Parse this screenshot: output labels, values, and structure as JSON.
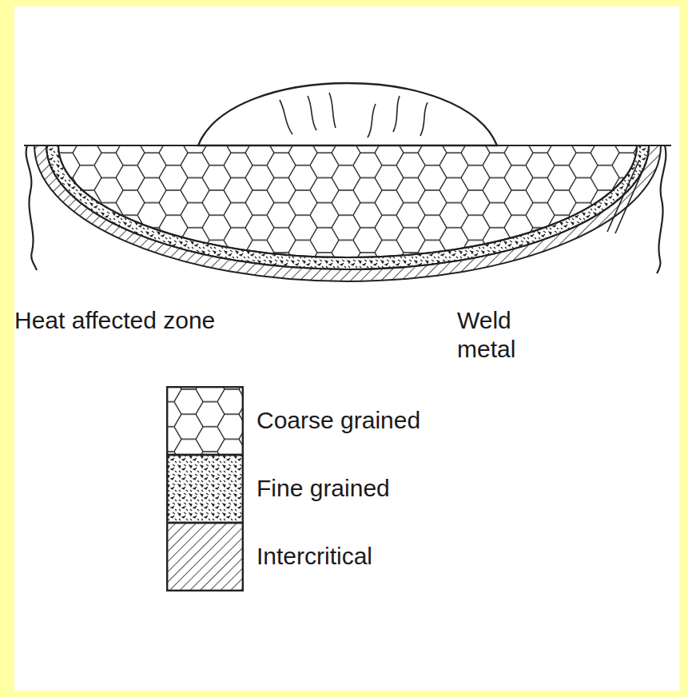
{
  "diagram": {
    "labels": [
      "Heat affected zone",
      "Weld metal"
    ],
    "legend": [
      {
        "text": "Coarse grained"
      },
      {
        "text": "Fine grained"
      },
      {
        "text": "Intercritical"
      }
    ]
  }
}
